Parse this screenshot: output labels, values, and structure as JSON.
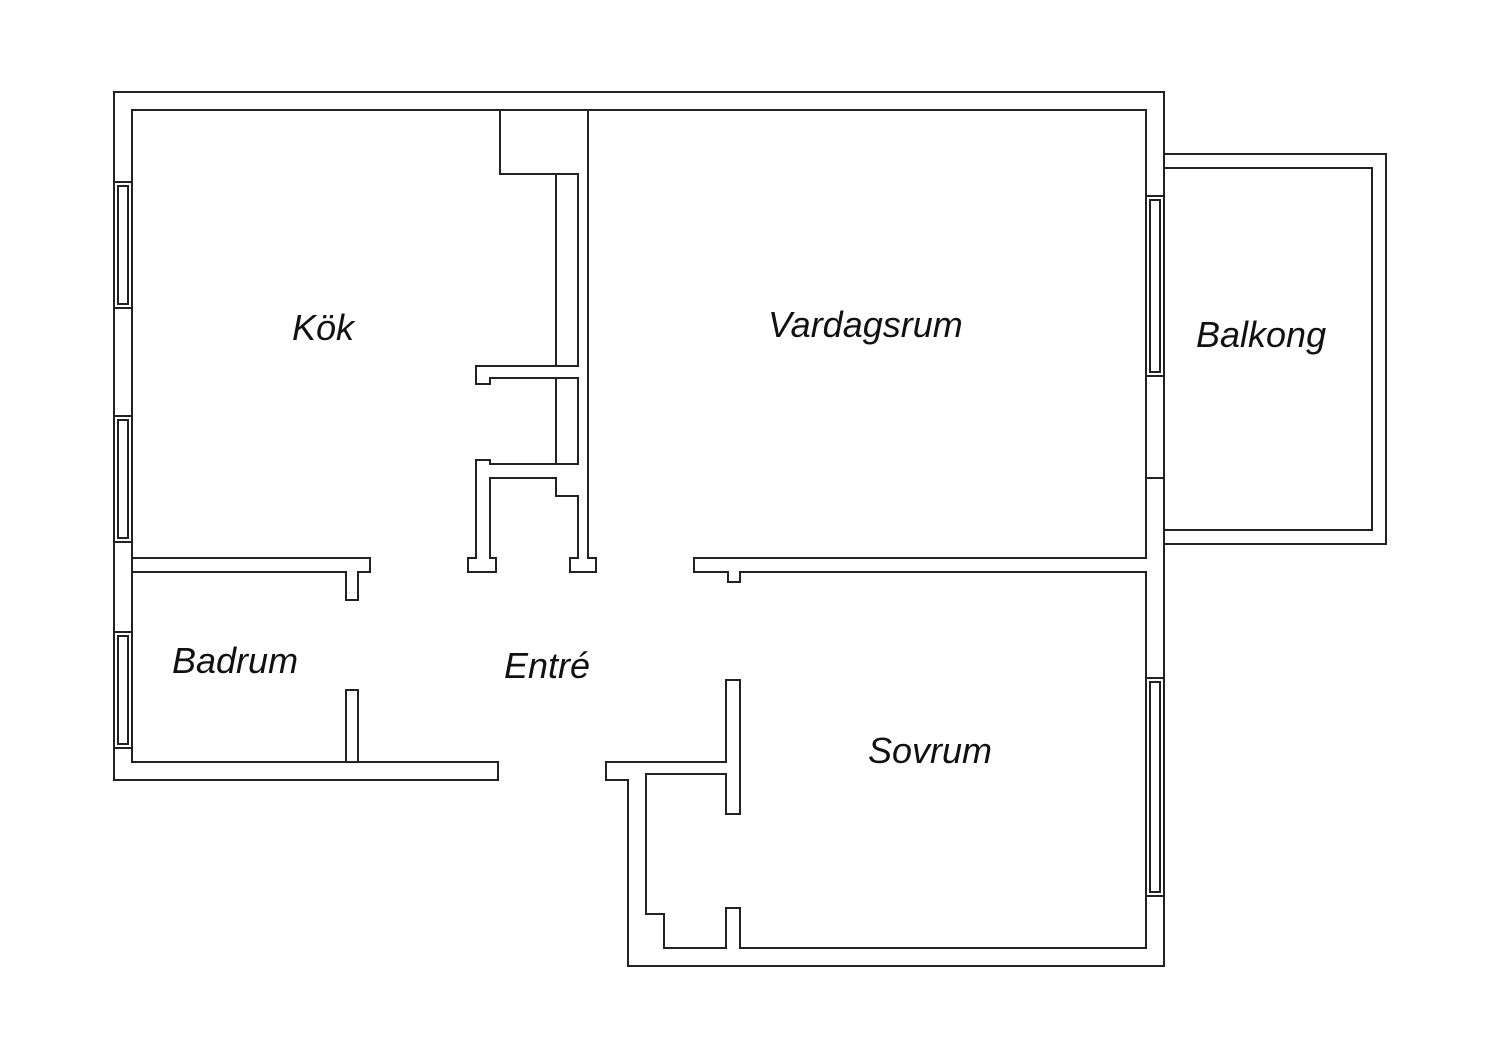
{
  "colors": {
    "background": "#ffffff",
    "wall_outline": "#222222",
    "wall_fill": "#ffffff",
    "label_text": "#111111"
  },
  "rooms": {
    "kitchen": "Kök",
    "living_room": "Vardagsrum",
    "balcony": "Balkong",
    "bathroom": "Badrum",
    "hallway": "Entré",
    "bedroom": "Sovrum"
  }
}
